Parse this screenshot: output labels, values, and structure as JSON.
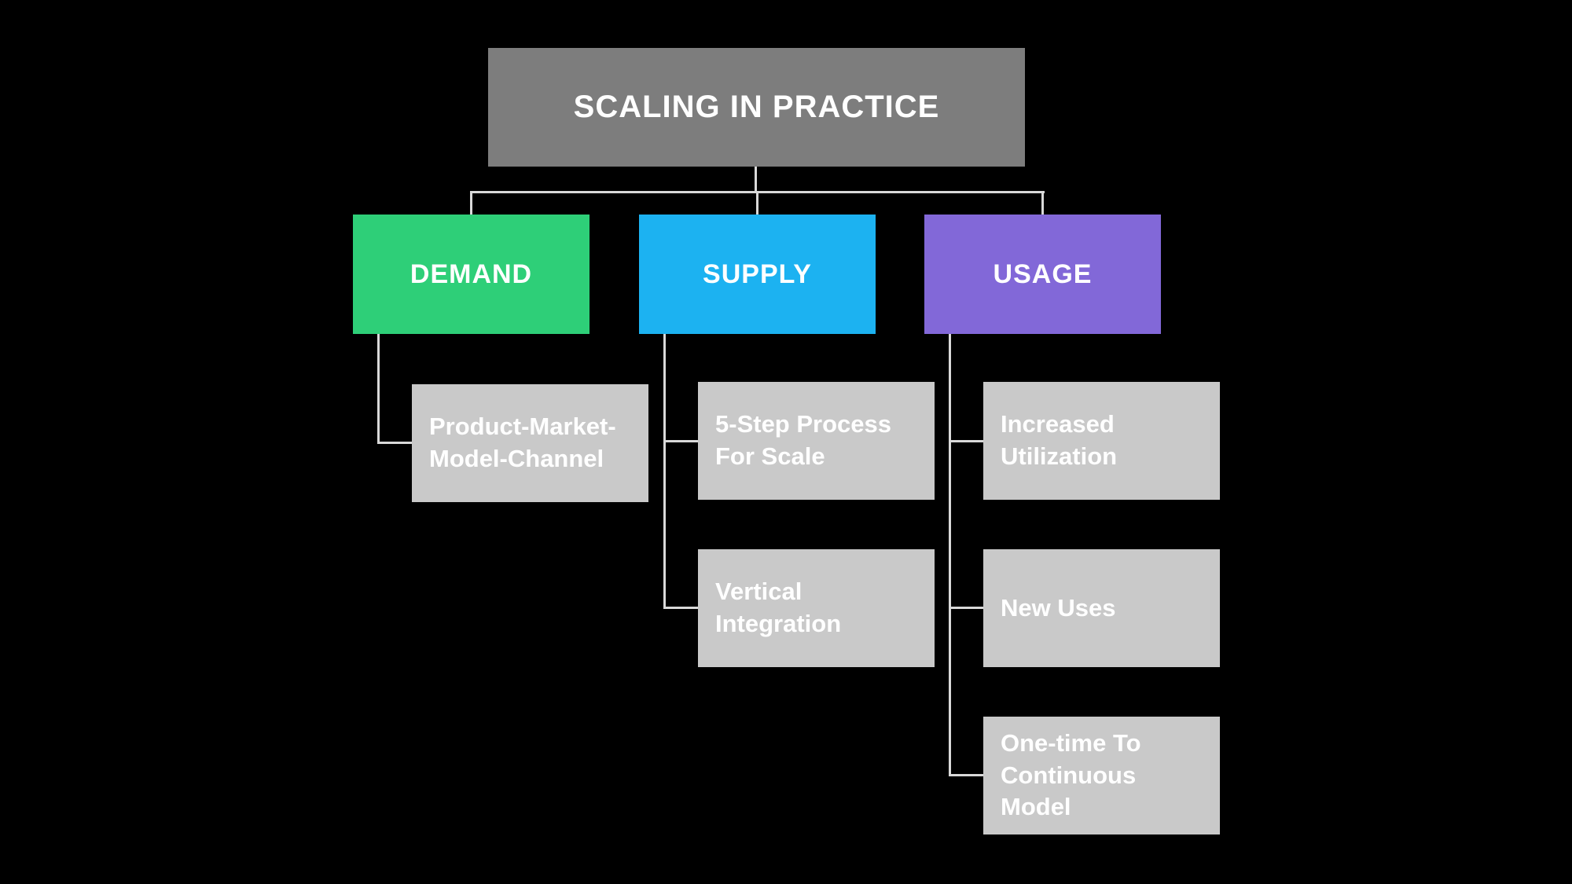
{
  "diagram": {
    "title": "SCALING IN PRACTICE",
    "branches": [
      {
        "label": "DEMAND",
        "color": "#2ecf78",
        "children": [
          "Product-Market-Model-Channel"
        ]
      },
      {
        "label": "SUPPLY",
        "color": "#1cb2f1",
        "children": [
          "5-Step Process For Scale",
          "Vertical Integration"
        ]
      },
      {
        "label": "USAGE",
        "color": "#8268d8",
        "children": [
          "Increased Utilization",
          "New Uses",
          "One-time To Continuous Model"
        ]
      }
    ],
    "colors": {
      "background": "#000000",
      "root_bg": "#7d7d7d",
      "leaf_bg": "#c9c9c9",
      "connector": "#d9d9d9",
      "text": "#ffffff"
    }
  }
}
